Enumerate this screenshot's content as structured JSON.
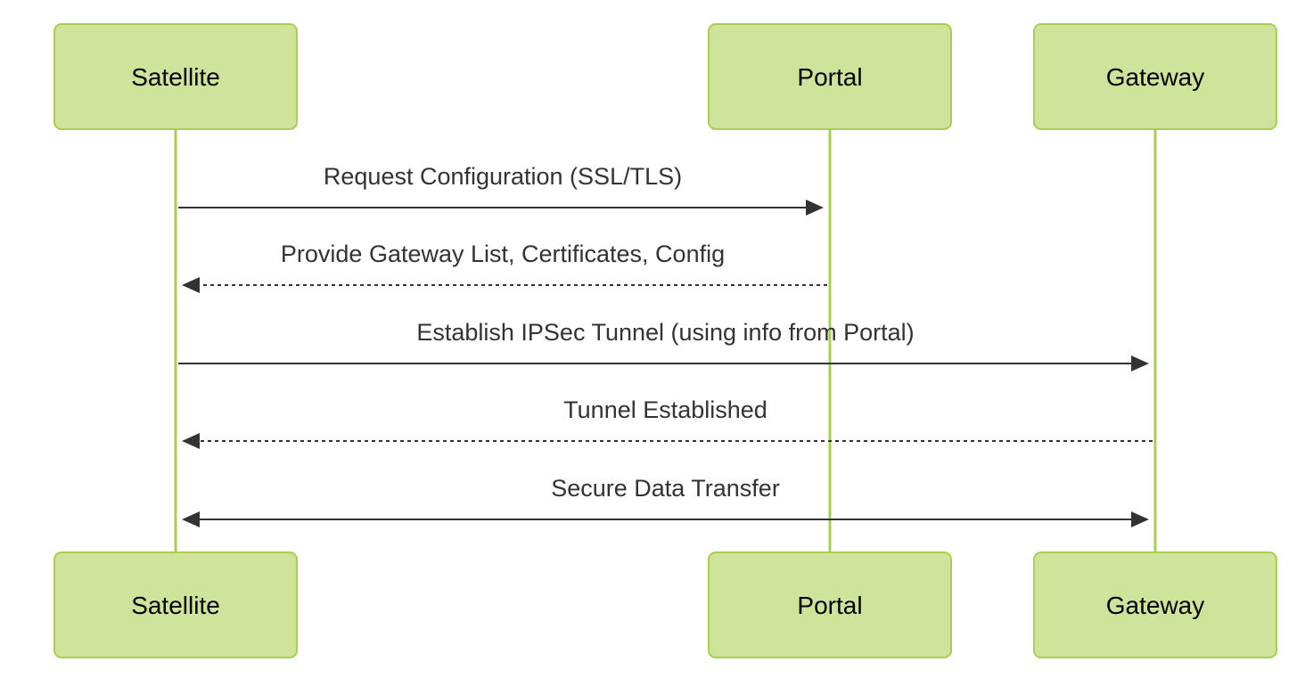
{
  "participants": [
    {
      "id": "satellite",
      "label": "Satellite"
    },
    {
      "id": "portal",
      "label": "Portal"
    },
    {
      "id": "gateway",
      "label": "Gateway"
    }
  ],
  "messages": [
    {
      "from": "satellite",
      "to": "portal",
      "label": "Request Configuration (SSL/TLS)",
      "style": "solid",
      "arrows": "end"
    },
    {
      "from": "portal",
      "to": "satellite",
      "label": "Provide Gateway List, Certificates, Config",
      "style": "dashed",
      "arrows": "end"
    },
    {
      "from": "satellite",
      "to": "gateway",
      "label": "Establish IPSec Tunnel (using info from Portal)",
      "style": "solid",
      "arrows": "end"
    },
    {
      "from": "gateway",
      "to": "satellite",
      "label": "Tunnel Established",
      "style": "dashed",
      "arrows": "end"
    },
    {
      "from": "satellite",
      "to": "gateway",
      "label": "Secure Data Transfer",
      "style": "solid",
      "arrows": "both"
    }
  ],
  "colors": {
    "actor_fill": "#cfe39a",
    "actor_stroke": "#a9cf50",
    "lifeline": "#a9cf50",
    "message": "#333333"
  }
}
